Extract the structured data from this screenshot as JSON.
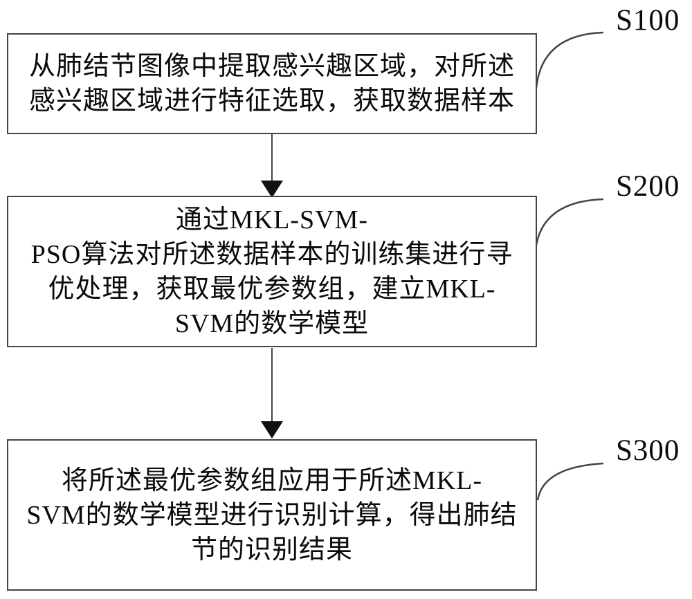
{
  "figure": {
    "type": "flowchart",
    "steps": [
      {
        "label": "S100",
        "text_lines": [
          "从肺结节图像中提取感兴趣区域，对所述",
          "感兴趣区域进行特征选取，获取数据样本"
        ]
      },
      {
        "label": "S200",
        "text_lines": [
          "通过MKL-SVM-",
          "PSO算法对所述数据样本的训练集进行寻",
          "优处理，获取最优参数组，建立MKL-",
          "SVM的数学模型"
        ]
      },
      {
        "label": "S300",
        "text_lines": [
          "将所述最优参数组应用于所述MKL-",
          "SVM的数学模型进行识别计算，得出肺结",
          "节的识别结果"
        ]
      }
    ]
  },
  "colors": {
    "line": "#444444",
    "text": "#0a0a0a",
    "background": "#ffffff"
  }
}
